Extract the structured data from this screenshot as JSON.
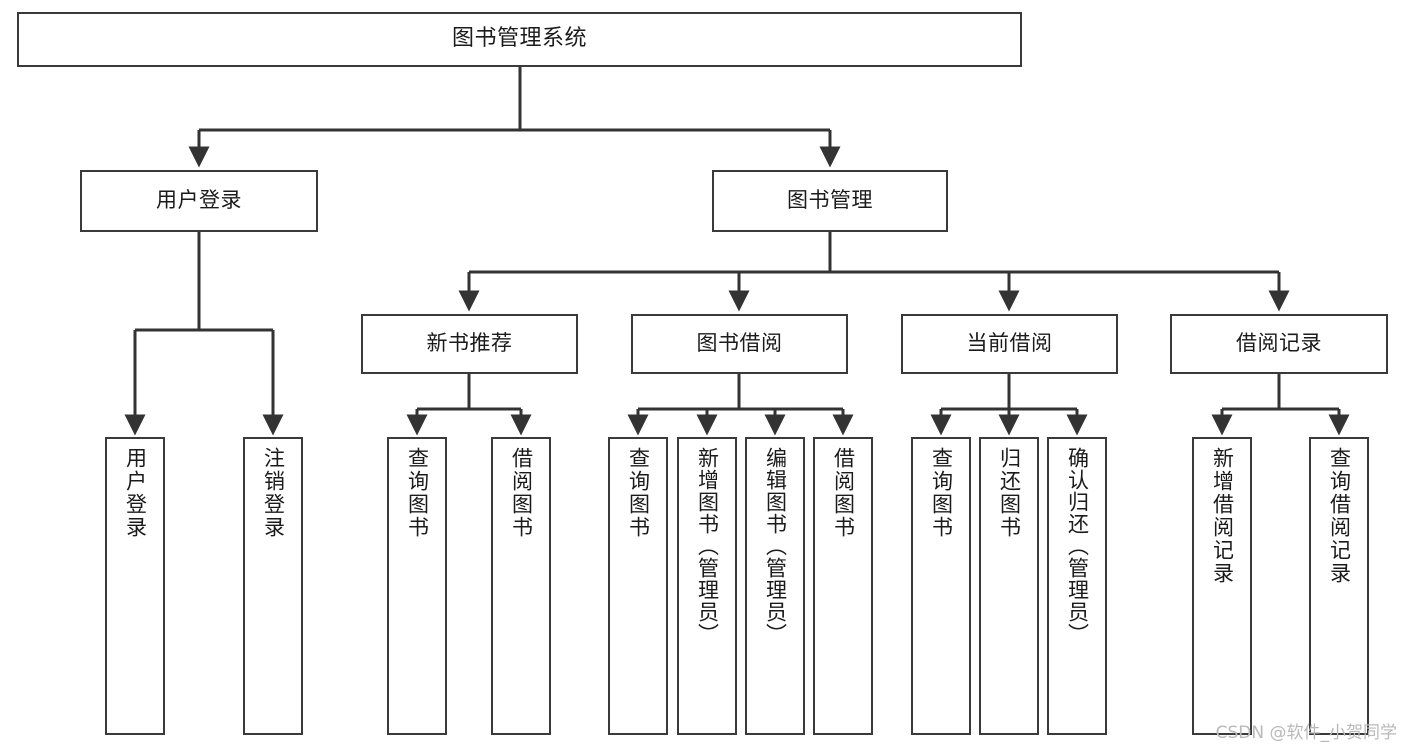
{
  "diagram": {
    "title": "图书管理系统",
    "type": "tree-hierarchy-diagram",
    "orientation": "top-down",
    "colors": {
      "box_border": "#3a3a3a",
      "box_fill": "#ffffff",
      "connector": "#333333",
      "text": "#1b1b1b",
      "watermark": "#b9b9b9"
    },
    "levels": {
      "level1": "系统",
      "level2": "模块",
      "level3": "子模块",
      "level4": "功能"
    },
    "nodes": {
      "root": {
        "label": "图书管理系统"
      },
      "level2": [
        {
          "id": "user-login",
          "label": "用户登录"
        },
        {
          "id": "book-manage",
          "label": "图书管理"
        }
      ],
      "level3": [
        {
          "id": "new-book-recommend",
          "label": "新书推荐",
          "parent": "book-manage"
        },
        {
          "id": "book-borrow",
          "label": "图书借阅",
          "parent": "book-manage"
        },
        {
          "id": "current-borrow",
          "label": "当前借阅",
          "parent": "book-manage"
        },
        {
          "id": "borrow-record",
          "label": "借阅记录",
          "parent": "book-manage"
        }
      ],
      "leaves": {
        "user-login": [
          {
            "id": "leaf-user-login",
            "label": "用户登录"
          },
          {
            "id": "leaf-logout-login",
            "label": "注销登录"
          }
        ],
        "new-book-recommend": [
          {
            "id": "leaf-query-book-1",
            "label": "查询图书"
          },
          {
            "id": "leaf-borrow-book-1",
            "label": "借阅图书"
          }
        ],
        "book-borrow": [
          {
            "id": "leaf-query-book-2",
            "label": "查询图书"
          },
          {
            "id": "leaf-add-book",
            "label": "新增图书（管理员）"
          },
          {
            "id": "leaf-edit-book",
            "label": "编辑图书（管理员）"
          },
          {
            "id": "leaf-borrow-book-2",
            "label": "借阅图书"
          }
        ],
        "current-borrow": [
          {
            "id": "leaf-query-book-3",
            "label": "查询图书"
          },
          {
            "id": "leaf-return-book",
            "label": "归还图书"
          },
          {
            "id": "leaf-confirm-return",
            "label": "确认归还（管理员）"
          }
        ],
        "borrow-record": [
          {
            "id": "leaf-add-record",
            "label": "新增借阅记录"
          },
          {
            "id": "leaf-query-record",
            "label": "查询借阅记录"
          }
        ]
      }
    }
  },
  "watermark": {
    "text": "CSDN @软件_小贺同学"
  }
}
